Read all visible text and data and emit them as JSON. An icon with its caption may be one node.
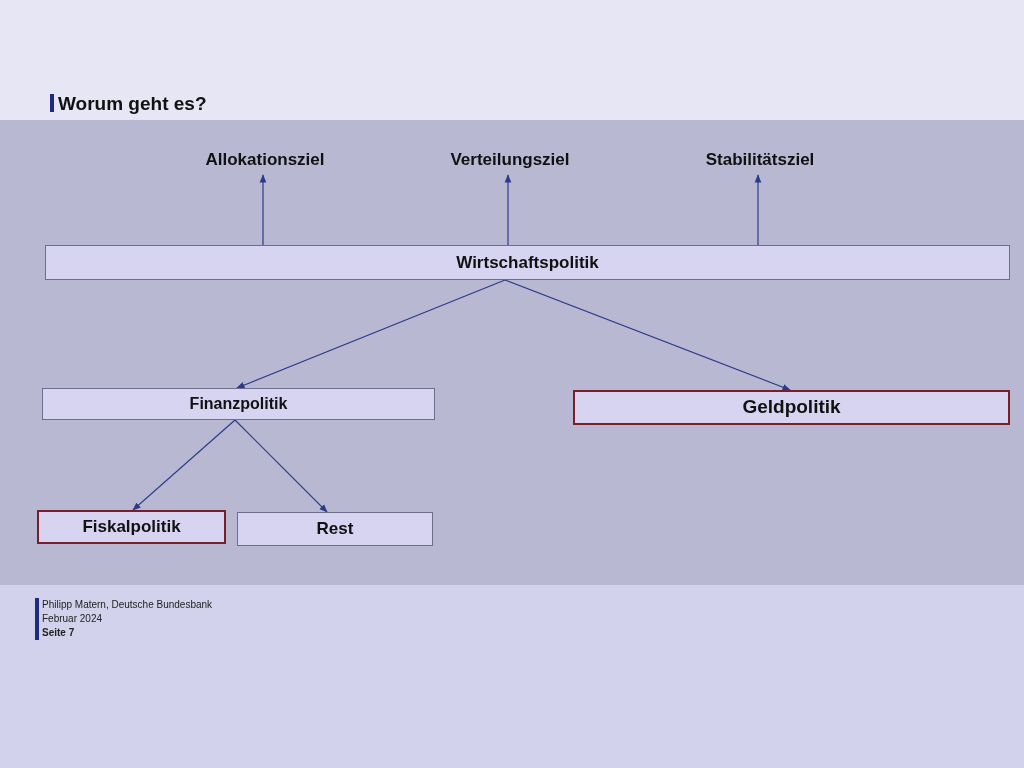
{
  "diagram": {
    "title": "Worum geht es?",
    "nodes": [
      {
        "text": [
          "Allokationsziel"
        ]
      },
      {
        "text": [
          "Verteilungsziel"
        ]
      },
      {
        "text": [
          "Stabilitätsziel"
        ]
      },
      {
        "text": [
          "Wirtschaftspolitik"
        ]
      },
      {
        "text": [
          "Finanzpolitik"
        ]
      },
      {
        "text": [
          "Geldpolitik"
        ]
      },
      {
        "text": [
          "Fiskalpolitik"
        ]
      },
      {
        "text": [
          "Rest"
        ]
      }
    ],
    "edges": [
      {
        "from": 3,
        "to": 0,
        "arrow": "to"
      },
      {
        "from": 3,
        "to": 1,
        "arrow": "to"
      },
      {
        "from": 3,
        "to": 2,
        "arrow": "to"
      },
      {
        "from": 3,
        "to": 4,
        "arrow": "to"
      },
      {
        "from": 3,
        "to": 5,
        "arrow": "to"
      },
      {
        "from": 4,
        "to": 6,
        "arrow": "to"
      },
      {
        "from": 4,
        "to": 7,
        "arrow": "to"
      }
    ],
    "labels": [
      "Philipp Matern, Deutsche Bundesbank",
      "Februar 2024",
      "Seite 7"
    ]
  }
}
